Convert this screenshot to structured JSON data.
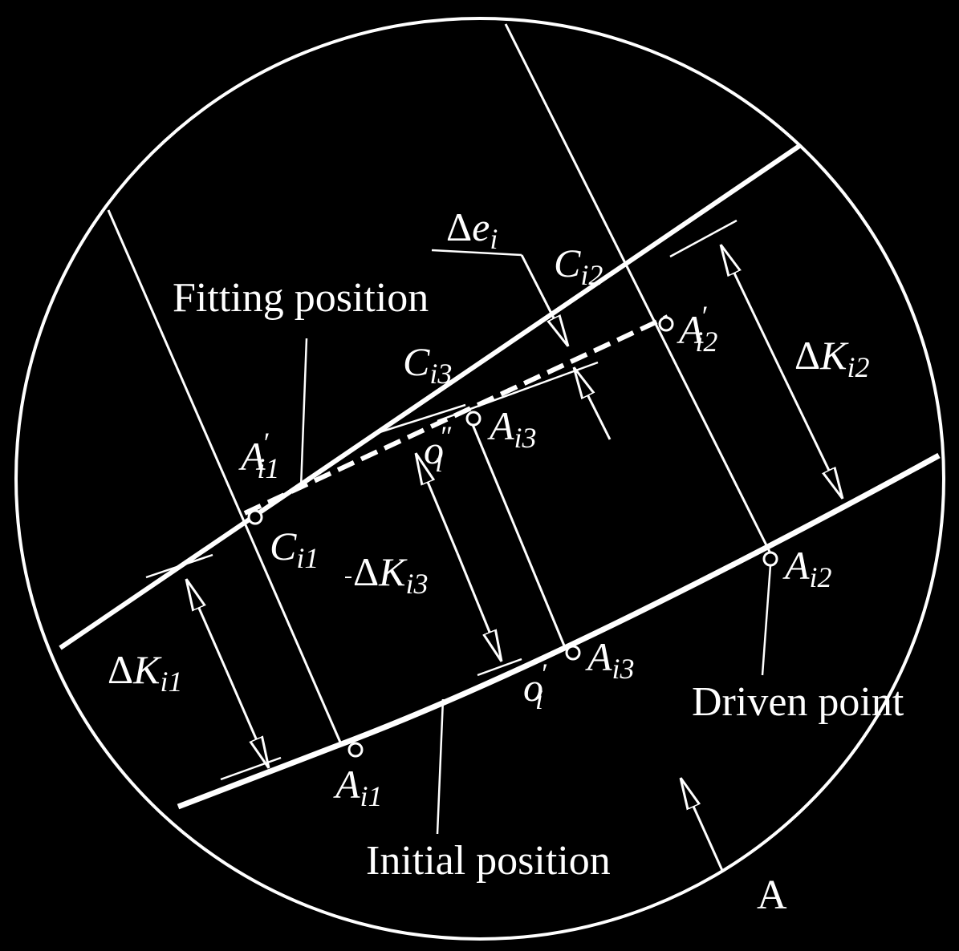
{
  "labels": {
    "fitting_position": "Fitting position",
    "initial_position": "Initial position",
    "driven_point": "Driven point",
    "view_a": "A"
  },
  "symbols": {
    "delta": "Δ",
    "delta_e": {
      "base": "e",
      "sub": "i"
    },
    "c_i2": {
      "base": "C",
      "sub": "i2"
    },
    "c_i3": {
      "base": "C",
      "sub": "i3"
    },
    "c_i1": {
      "base": "C",
      "sub": "i1"
    },
    "a_i2_prime": {
      "base": "A",
      "sup": "′",
      "sub": "i2"
    },
    "a_i1_prime": {
      "base": "A",
      "sup": "′",
      "sub": "i1"
    },
    "a_i3_upper": {
      "base": "A",
      "sub": "i3"
    },
    "a_i3_lower": {
      "base": "A",
      "sub": "i3"
    },
    "a_i2": {
      "base": "A",
      "sub": "i2"
    },
    "a_i1": {
      "base": "A",
      "sub": "i1"
    },
    "o_i_double_prime": {
      "base": "o",
      "sup": "″",
      "sub": "i"
    },
    "o_i_prime": {
      "base": "o",
      "sup": "′",
      "sub": "i"
    },
    "delta_k_i1": {
      "base": "K",
      "sub": "i1"
    },
    "delta_k_i2": {
      "base": "K",
      "sub": "i2"
    },
    "delta_k_i3": {
      "base": "K",
      "sub": "i3"
    }
  },
  "colors": {
    "background": "#000000",
    "stroke": "#ffffff"
  }
}
